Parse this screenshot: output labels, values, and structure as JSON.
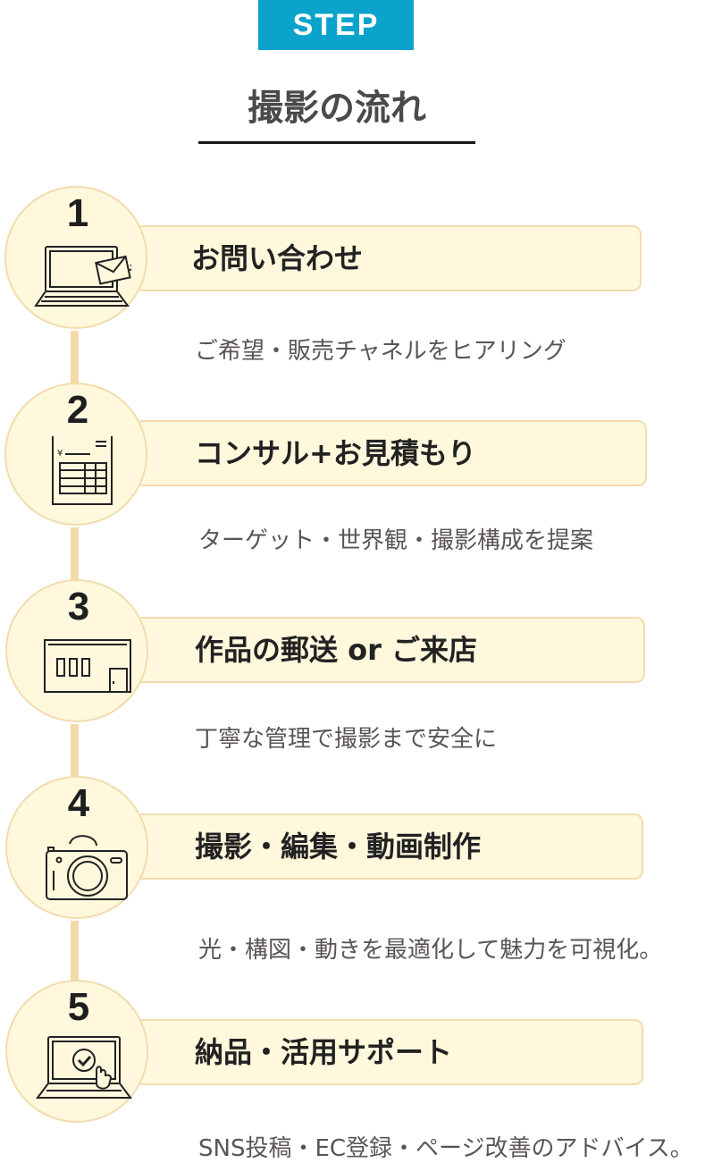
{
  "header": {
    "badge": "STEP",
    "title": "撮影の流れ"
  },
  "colors": {
    "badge_bg": "#0ba3cc",
    "panel_bg": "#fff8dd",
    "panel_border": "#f2dcae",
    "connector": "#f4d9a8",
    "title_text": "#222222",
    "desc_text": "#5a5555"
  },
  "steps": [
    {
      "number": "1",
      "icon": "laptop-mail-icon",
      "title": "お問い合わせ",
      "description": "ご希望・販売チャネルをヒアリング"
    },
    {
      "number": "2",
      "icon": "estimate-document-icon",
      "title": "コンサル+お見積もり",
      "description": "ターゲット・世界観・撮影構成を提案"
    },
    {
      "number": "3",
      "icon": "storefront-icon",
      "title": "作品の郵送 or ご来店",
      "description": "丁寧な管理で撮影まで安全に"
    },
    {
      "number": "4",
      "icon": "camera-icon",
      "title": "撮影・編集・動画制作",
      "description": "光・構図・動きを最適化して魅力を可視化。"
    },
    {
      "number": "5",
      "icon": "laptop-check-icon",
      "title": "納品・活用サポート",
      "description": "SNS投稿・EC登録・ページ改善のアドバイス。"
    }
  ]
}
